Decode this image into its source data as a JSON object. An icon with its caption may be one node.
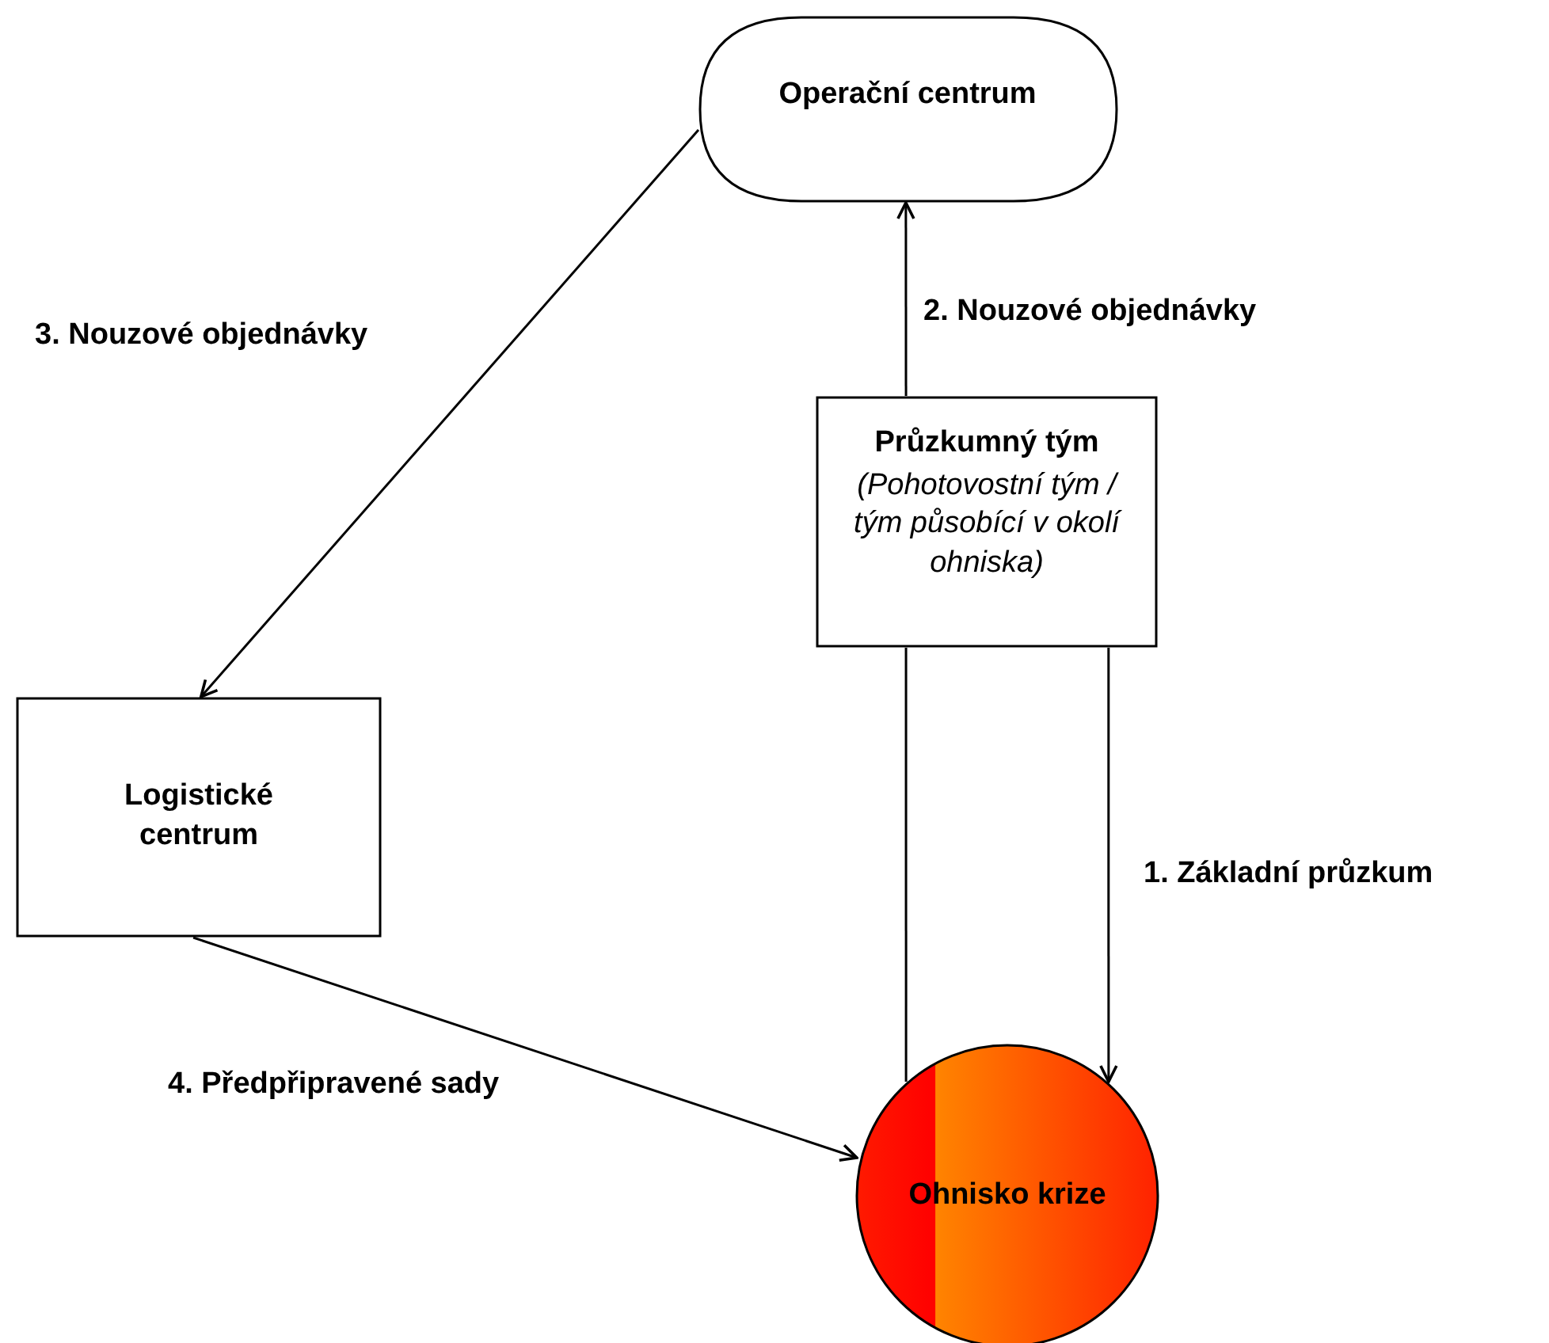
{
  "diagram": {
    "nodes": [
      {
        "text": [
          "Operační centrum"
        ]
      },
      {
        "text": [
          "Průzkumný tým",
          "(Pohotovostní tým / tým působící v okolí ohniska)"
        ]
      },
      {
        "text": [
          "Logistické centrum"
        ]
      },
      {
        "text": [
          "Ohnisko krize"
        ]
      }
    ],
    "edges": [
      {
        "from": 1,
        "to": 0,
        "arrow": "to",
        "label": "2. Nouzové objednávky"
      },
      {
        "from": 0,
        "to": 2,
        "arrow": "to",
        "label": "3. Nouzové objednávky"
      },
      {
        "from": 2,
        "to": 3,
        "arrow": "to",
        "label": "4. Předpřipravené sady"
      },
      {
        "from": 1,
        "to": 3,
        "arrow": "none"
      },
      {
        "from": 1,
        "to": 3,
        "arrow": "to",
        "label": "1. Základní průzkum"
      }
    ]
  }
}
